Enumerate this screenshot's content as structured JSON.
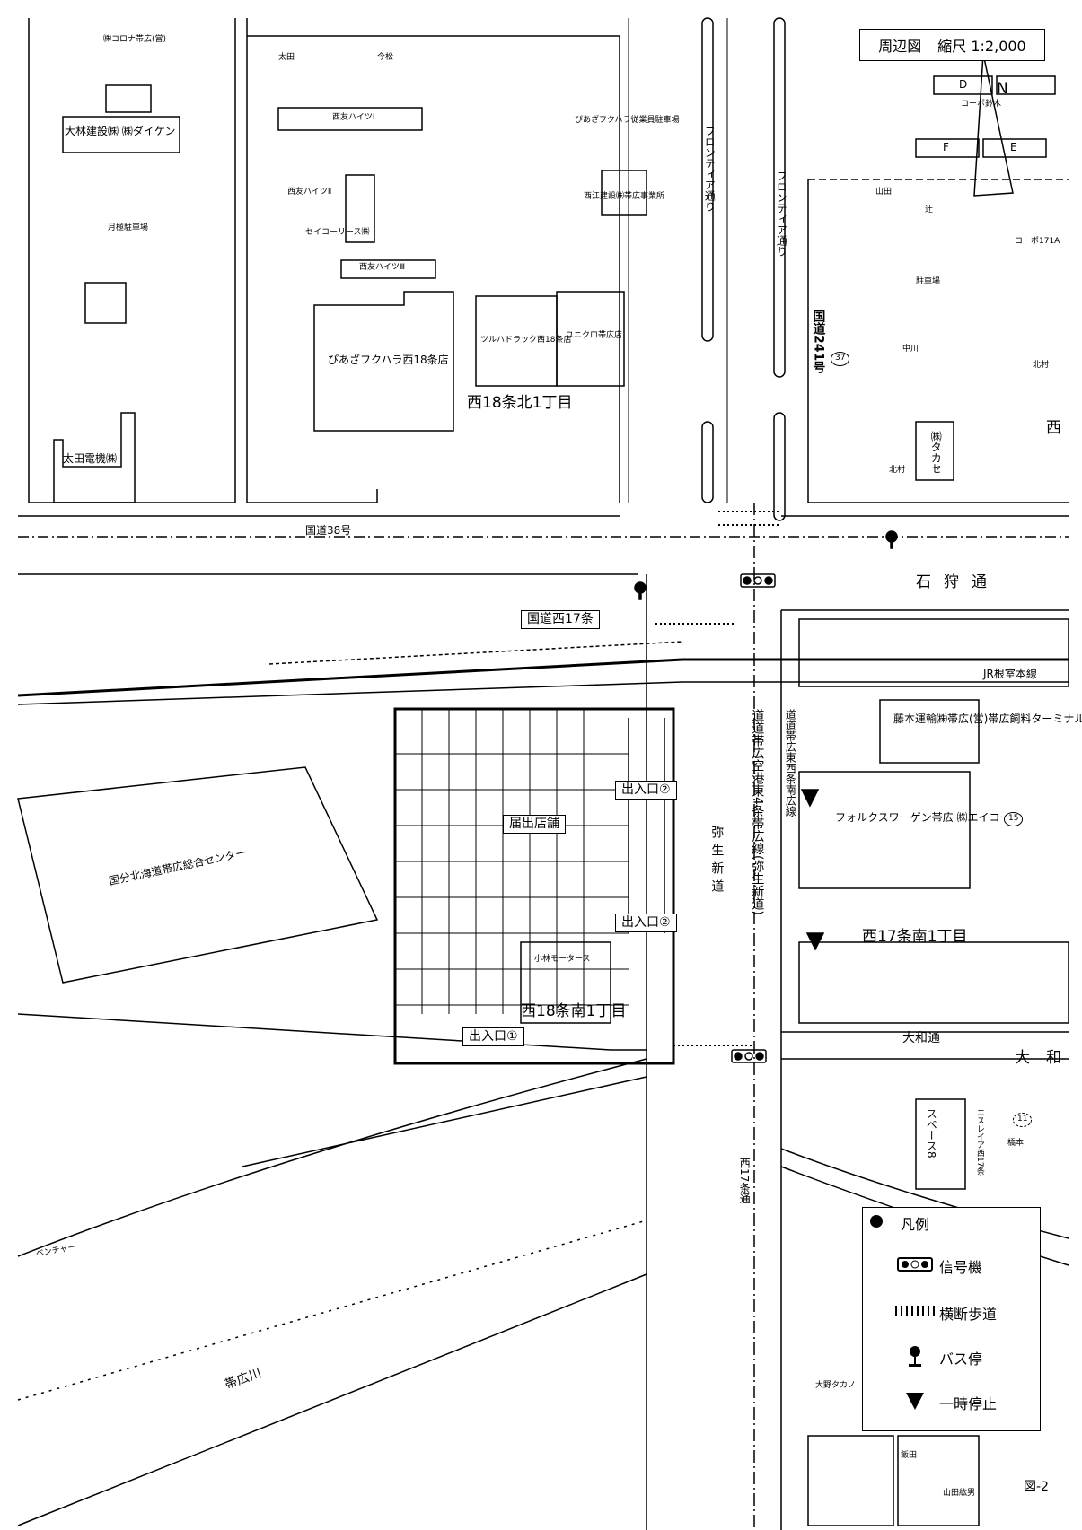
{
  "title": {
    "name": "周辺図",
    "scale": "縮尺 1:2,000"
  },
  "figure_label": "図-2",
  "north_label": "N",
  "legend": {
    "heading": "凡例",
    "items": [
      {
        "icon": "traffic-signal-icon",
        "label": "信号機"
      },
      {
        "icon": "crosswalk-icon",
        "label": "横断歩道"
      },
      {
        "icon": "bus-stop-icon",
        "label": "バス停"
      },
      {
        "icon": "stop-sign-triangle-icon",
        "label": "一時停止"
      }
    ]
  },
  "roads": {
    "ishikari": "石狩通",
    "kokudo38": "国道38号",
    "yayoi": "弥生新道",
    "dodo": "道道帯広空港東4条帯広線(弥生新道)",
    "dodo2": "道道帯広東西条南広線",
    "route241": "国道241号",
    "yamato": "大和通",
    "yamato2": "大和",
    "frontier": "フロンティア通り",
    "frontier2": "フロンティア通り",
    "nishi17": "西17条通",
    "jr": "JR根室本線",
    "river": "帯広川"
  },
  "districts": {
    "n18_1": "西18条北1丁目",
    "s17_1": "西17条南1丁目",
    "s18_1": "西18条南1丁目",
    "nishi": "西"
  },
  "bus_stop": {
    "name": "国道西17条"
  },
  "store": {
    "label": "届出店舗",
    "entrance1": "出入口①",
    "entrance2a": "出入口②",
    "entrance2b": "出入口②"
  },
  "buildings": {
    "corona": "㈱コロナ帯広(営)",
    "ohbayashi": "大林建設㈱ ㈱ダイケン",
    "tsukigime": "月極駐車場",
    "ota_denki": "太田電機㈱",
    "ota": "太田",
    "imamatsu": "今松",
    "nishitomo1": "西友ハイツⅠ",
    "nishitomo2": "西友ハイツⅡ",
    "nishitomo3": "西友ハイツⅢ",
    "seikou": "セイコーリース㈱",
    "piasa_parking": "ぴあざフクハラ従業員駐車場",
    "nishie": "西江建設㈱帯広事業所",
    "piasa": "ぴあざフクハラ西18条店",
    "tsuruha": "ツルハドラック西18条店",
    "uniqlo": "ユニクロ帯広店",
    "kokubu": "国分北海道帯広総合センター",
    "kobayashi_motors": "小林モータース",
    "fujimoto": "藤本運輸㈱帯広(営)帯広飼料ターミナル",
    "volks": "フォルクスワーゲン帯広 ㈱エイコー",
    "takase": "㈱タカセ",
    "kitamura": "北村",
    "kitamura2": "北村",
    "nakagawa": "中川",
    "yamada": "山田",
    "tsuji": "辻",
    "kobo_suzuki": "コーポ鈴木",
    "kobo171a": "コーポ171A",
    "kobo_d": "D",
    "kobo_f": "F",
    "kobo_e": "E",
    "parking": "駐車場",
    "space8": "スペース8",
    "esrayer": "エスレイア西17条",
    "hashimoto": "橋本",
    "iida": "飯田",
    "yamada_kohei": "山田紘男",
    "ohno_takano": "大野タカノ",
    "bench": "ベンチャー",
    "num37": "37",
    "num15": "15",
    "num11": "11"
  }
}
